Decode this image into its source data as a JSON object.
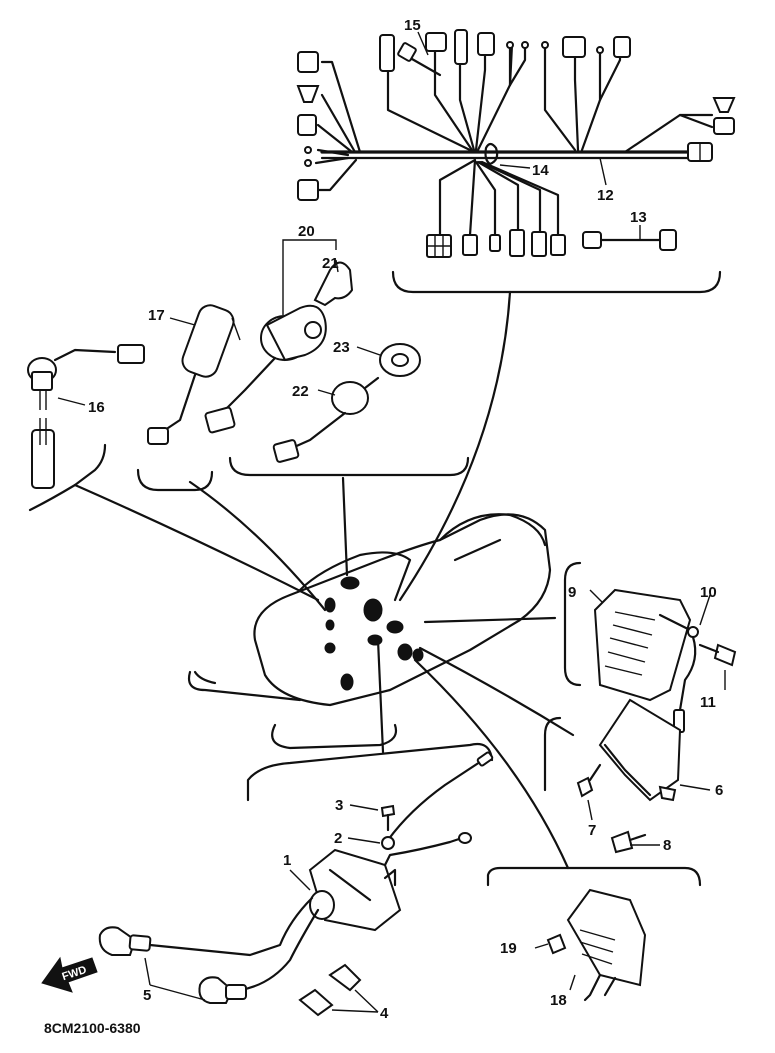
{
  "diagram": {
    "code": "8CM2100-6380",
    "fwd_label": "FWD",
    "callouts": [
      {
        "id": "1",
        "label": "1"
      },
      {
        "id": "2",
        "label": "2"
      },
      {
        "id": "3",
        "label": "3"
      },
      {
        "id": "4",
        "label": "4"
      },
      {
        "id": "5",
        "label": "5"
      },
      {
        "id": "6",
        "label": "6"
      },
      {
        "id": "7",
        "label": "7"
      },
      {
        "id": "8",
        "label": "8"
      },
      {
        "id": "9",
        "label": "9"
      },
      {
        "id": "10",
        "label": "10"
      },
      {
        "id": "11",
        "label": "11"
      },
      {
        "id": "12",
        "label": "12"
      },
      {
        "id": "13",
        "label": "13"
      },
      {
        "id": "14",
        "label": "14"
      },
      {
        "id": "15",
        "label": "15"
      },
      {
        "id": "16",
        "label": "16"
      },
      {
        "id": "17",
        "label": "17"
      },
      {
        "id": "18",
        "label": "18"
      },
      {
        "id": "19",
        "label": "19"
      },
      {
        "id": "20",
        "label": "20"
      },
      {
        "id": "21",
        "label": "21"
      },
      {
        "id": "22",
        "label": "22"
      },
      {
        "id": "23",
        "label": "23"
      }
    ]
  }
}
